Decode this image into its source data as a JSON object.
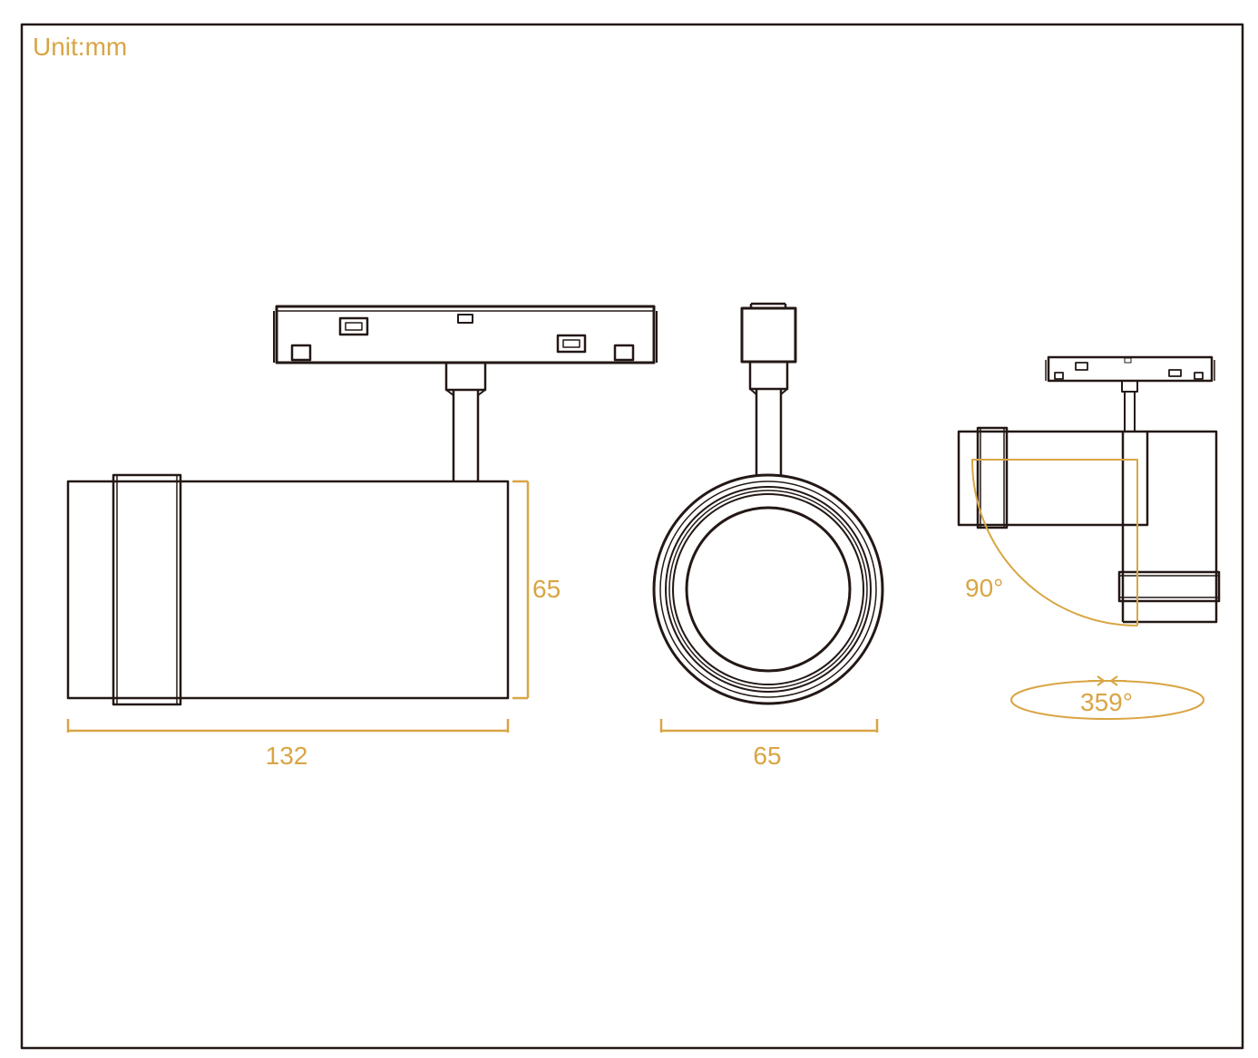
{
  "unit_label": "Unit:mm",
  "colors": {
    "outline": "#231815",
    "dimension": "#D9A544",
    "background": "#ffffff"
  },
  "side_view": {
    "length_label": "132",
    "height_label": "65"
  },
  "front_view": {
    "diameter_label": "65"
  },
  "adjust_view": {
    "tilt_label": "90°",
    "rotation_label": "359°"
  }
}
